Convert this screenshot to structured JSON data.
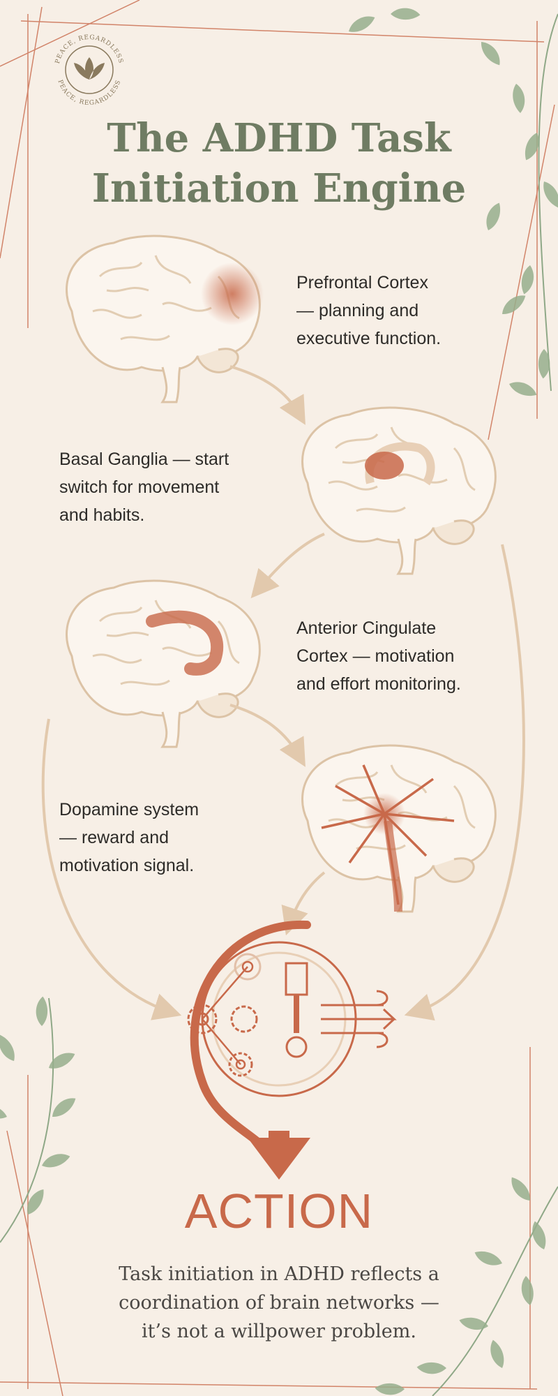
{
  "logo": {
    "text_top": "PEACE, REGARDLESS",
    "text_bottom": "PEACE, REGARDLESS"
  },
  "title": {
    "line1": "The ADHD Task",
    "line2": "Initiation Engine"
  },
  "regions": [
    {
      "lines": [
        "Prefrontal Cortex",
        "— planning and",
        "executive function."
      ]
    },
    {
      "lines": [
        "Basal Ganglia — start",
        "switch for movement",
        "and habits."
      ]
    },
    {
      "lines": [
        "Anterior Cingulate",
        "Cortex — motivation",
        "and effort monitoring."
      ]
    },
    {
      "lines": [
        "Dopamine system",
        "— reward and",
        "motivation signal."
      ]
    }
  ],
  "action_label": "ACTION",
  "summary": {
    "lines": [
      "Task initiation in ADHD reflects a",
      "coordination of brain networks —",
      "it’s not a willpower problem."
    ]
  },
  "colors": {
    "background": "#f7efe6",
    "title": "#6f7c63",
    "accent": "#c8694a",
    "brain_outline": "#dcc3a6",
    "leaf": "#8fa887",
    "frame": "#c8694a"
  }
}
